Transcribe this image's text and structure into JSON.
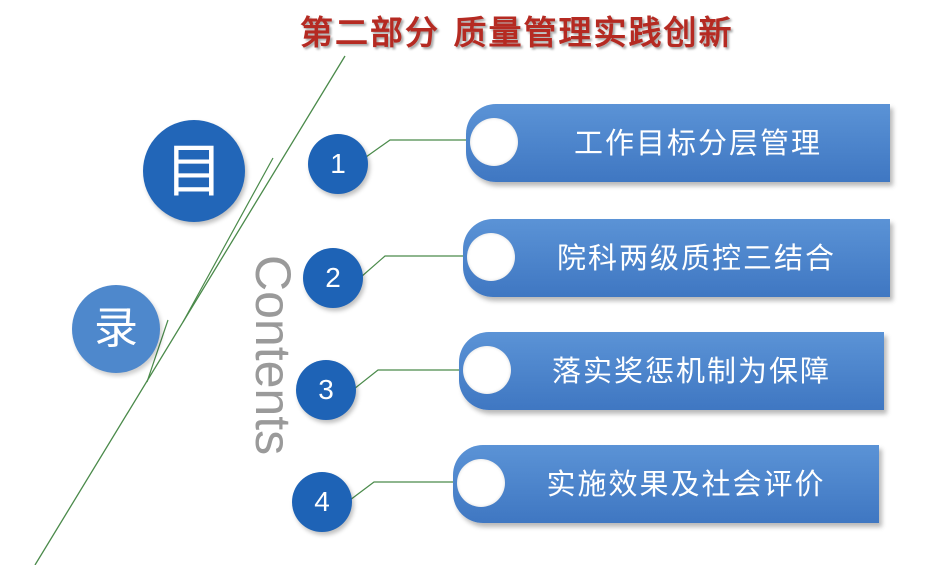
{
  "title": "第二部分  质量管理实践创新",
  "toc": {
    "char1": "目",
    "char2": "录",
    "contents_word": "Contents"
  },
  "items": [
    {
      "number": "1",
      "label": "工作目标分层管理"
    },
    {
      "number": "2",
      "label": "院科两级质控三结合"
    },
    {
      "number": "3",
      "label": "落实奖惩机制为保障"
    },
    {
      "number": "4",
      "label": "实施效果及社会评价"
    }
  ],
  "colors": {
    "title": "#b52a22",
    "accent_dark": "#1e63b6",
    "accent_light": "#4e88cc",
    "banner": "#4a85cc",
    "line": "#4a8a4a"
  }
}
